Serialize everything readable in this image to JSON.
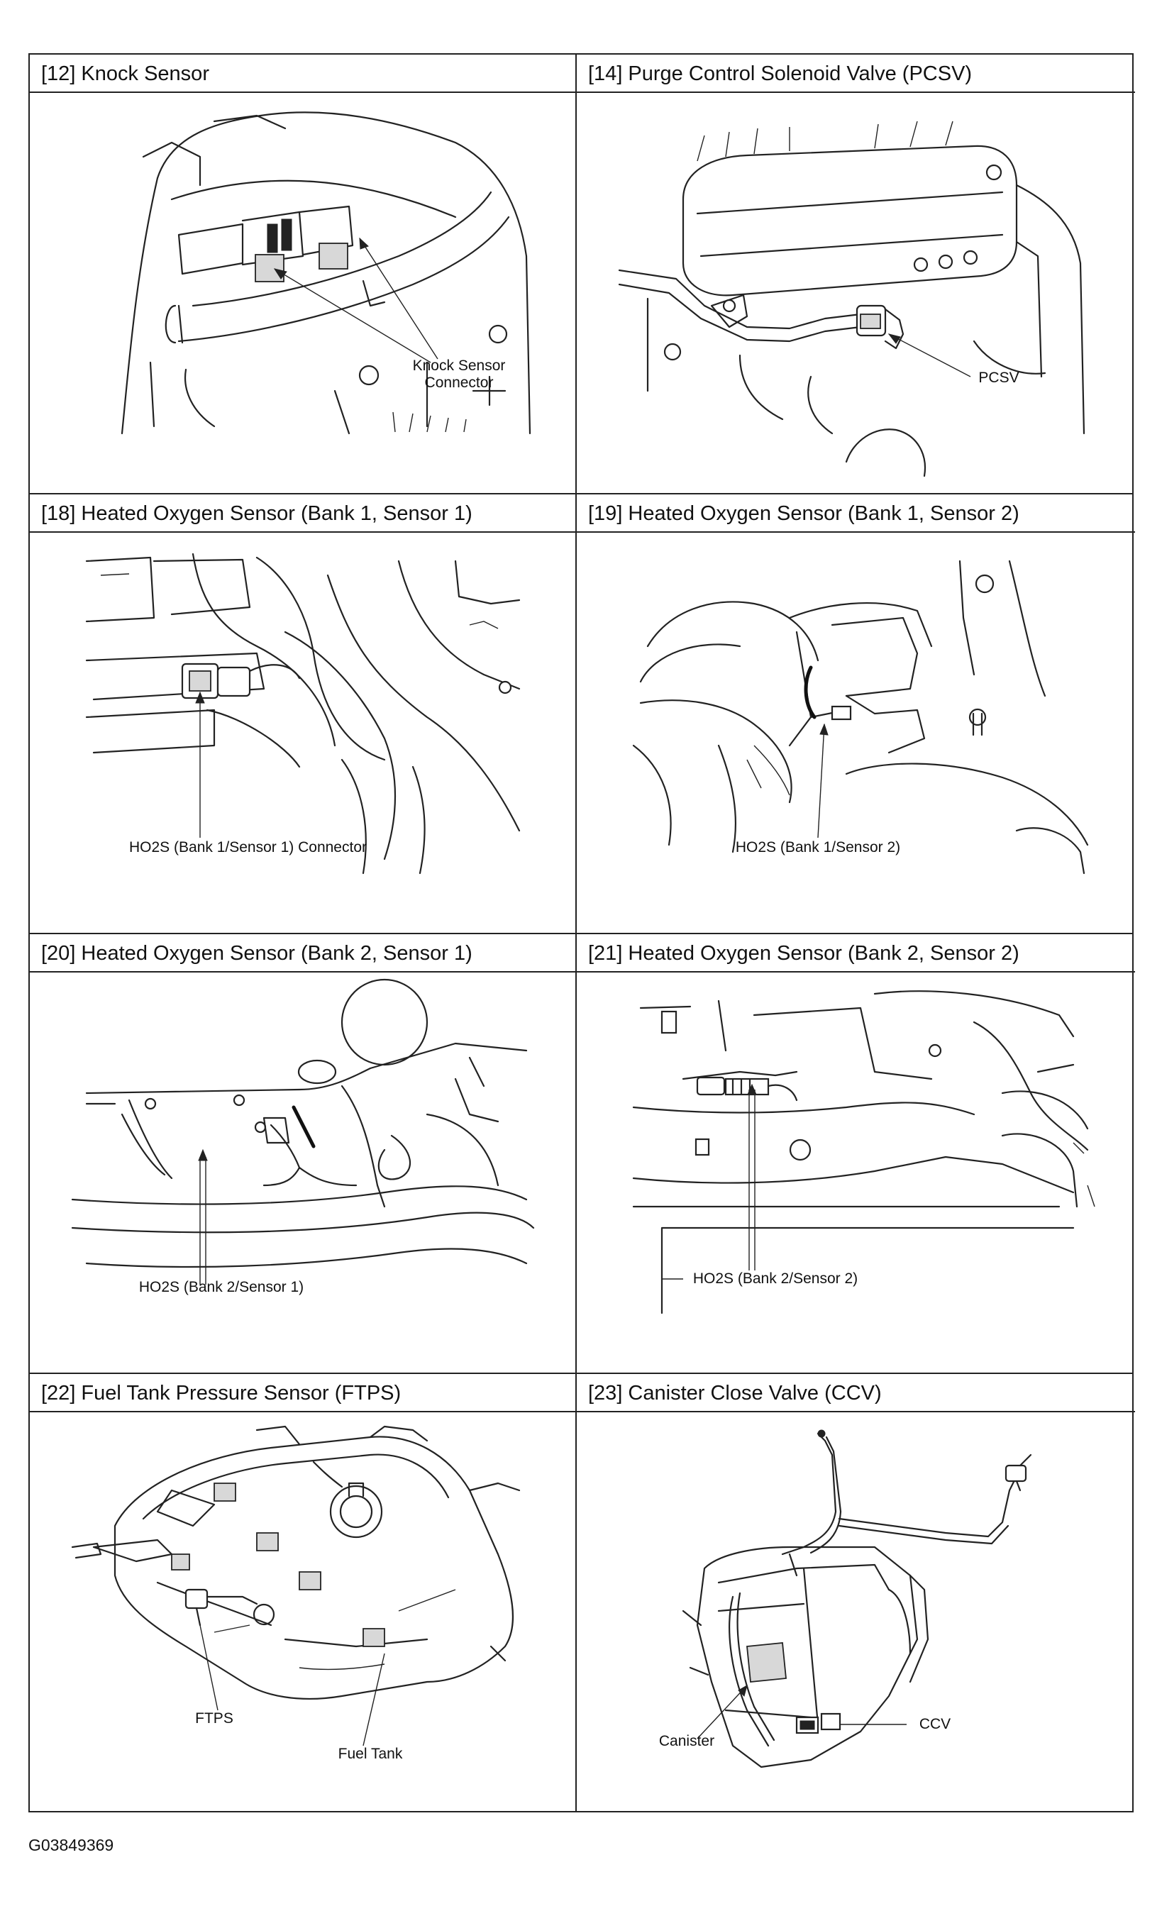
{
  "panels": [
    {
      "id": "p12",
      "title": "[12] Knock Sensor",
      "callouts": [
        "Knock Sensor",
        "Connector"
      ]
    },
    {
      "id": "p14",
      "title": "[14] Purge Control Solenoid Valve (PCSV)",
      "callouts": [
        "PCSV"
      ]
    },
    {
      "id": "p18",
      "title": "[18] Heated Oxygen Sensor (Bank 1, Sensor 1)",
      "callouts": [
        "HO2S (Bank 1/Sensor 1) Connector"
      ]
    },
    {
      "id": "p19",
      "title": "[19] Heated Oxygen Sensor (Bank 1, Sensor 2)",
      "callouts": [
        "HO2S (Bank 1/Sensor 2)"
      ]
    },
    {
      "id": "p20",
      "title": "[20] Heated Oxygen Sensor (Bank 2, Sensor 1)",
      "callouts": [
        "HO2S (Bank 2/Sensor 1)"
      ]
    },
    {
      "id": "p21",
      "title": "[21] Heated Oxygen Sensor (Bank 2, Sensor 2)",
      "callouts": [
        "HO2S (Bank 2/Sensor 2)"
      ]
    },
    {
      "id": "p22",
      "title": "[22] Fuel Tank Pressure Sensor (FTPS)",
      "callouts": [
        "FTPS",
        "Fuel Tank"
      ]
    },
    {
      "id": "p23",
      "title": "[23] Canister Close Valve (CCV)",
      "callouts": [
        "Canister",
        "CCV"
      ]
    }
  ],
  "figure_code": "G03849369"
}
